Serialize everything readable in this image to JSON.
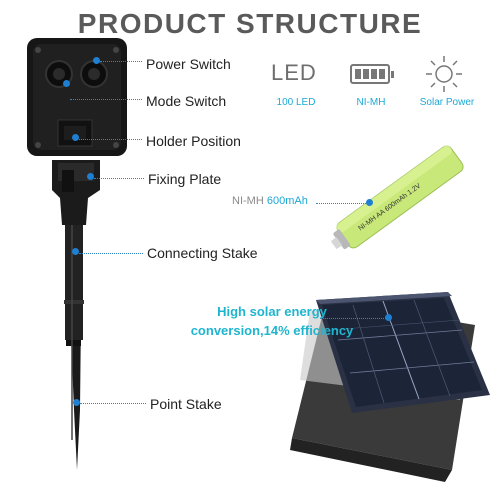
{
  "title": "PRODUCT STRUCTURE",
  "callouts": [
    {
      "id": "power-switch",
      "label": "Power Switch"
    },
    {
      "id": "mode-switch",
      "label": "Mode Switch"
    },
    {
      "id": "holder-position",
      "label": "Holder Position"
    },
    {
      "id": "fixing-plate",
      "label": "Fixing Plate"
    },
    {
      "id": "connecting-stake",
      "label": "Connecting Stake"
    },
    {
      "id": "point-stake",
      "label": "Point Stake"
    }
  ],
  "features": [
    {
      "icon": "led-icon",
      "icon_text": "LED",
      "label": "100 LED"
    },
    {
      "icon": "battery-icon",
      "label": "NI-MH"
    },
    {
      "icon": "sun-icon",
      "label": "Solar Power"
    }
  ],
  "battery": {
    "type": "NI-MH",
    "capacity": "600mAh",
    "printed_text": "NI-MH AA 600mAh 1.2V"
  },
  "solar": {
    "caption_line1": "High solar energy",
    "caption_line2": "conversion,14% efficiency"
  },
  "colors": {
    "accent": "#1fb5cf",
    "callout_line": "#2d86c8",
    "battery_green": "#c8e87a",
    "title_gray": "#5a5a5a"
  }
}
